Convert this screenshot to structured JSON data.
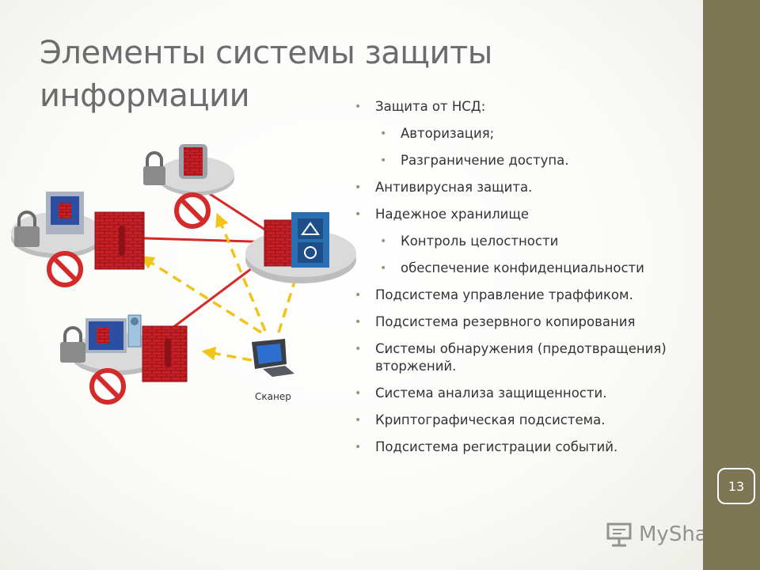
{
  "slide": {
    "title": "Элементы системы защиты информации",
    "page_number": "13",
    "scanner_label": "Сканер",
    "watermark": "MyShared",
    "bullets": [
      {
        "text": "Защита от НСД:",
        "level": 1
      },
      {
        "text": "Авторизация;",
        "level": 2
      },
      {
        "text": "Разграничение доступа.",
        "level": 2
      },
      {
        "text": "Антивирусная защита.",
        "level": 1
      },
      {
        "text": "Надежное хранилище",
        "level": 1
      },
      {
        "text": "Контроль целостности",
        "level": 2
      },
      {
        "text": "обеспечение конфиденциальности",
        "level": 2
      },
      {
        "text": "Подсистема управление траффиком.",
        "level": 1
      },
      {
        "text": "Подсистема резервного копирования",
        "level": 1
      },
      {
        "text": "Системы обнаружения (предотвращения) вторжений.",
        "level": 1
      },
      {
        "text": "Система анализа защищенности.",
        "level": 1
      },
      {
        "text": "Криптографическая подсистема.",
        "level": 1
      },
      {
        "text": "Подсистема регистрации событий.",
        "level": 1
      }
    ]
  },
  "colors": {
    "sidebar": "#7d7655",
    "title_text": "#6c6c6c",
    "link_red": "#d42a2a",
    "scan_arrow_yellow": "#f0c419",
    "firewall_red": "#c62026"
  },
  "icons": [
    "lock-icon",
    "server-icon",
    "firewall-icon",
    "no-virus-icon",
    "monitor-icon",
    "user-icon",
    "scanner-monitor-icon",
    "router-icon"
  ]
}
